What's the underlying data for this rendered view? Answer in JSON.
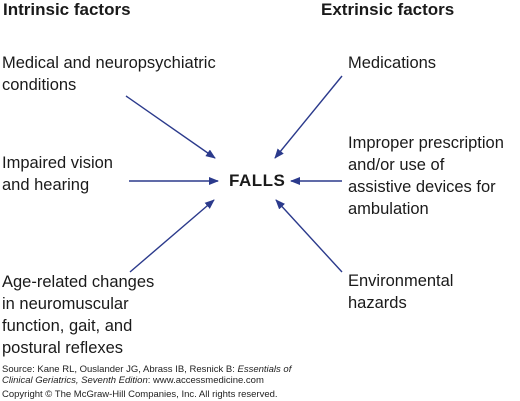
{
  "headers": {
    "intrinsic": "Intrinsic factors",
    "extrinsic": "Extrinsic factors"
  },
  "center": "FALLS",
  "intrinsic_factors": [
    "Medical and neuropsychiatric\nconditions",
    "Impaired vision\nand hearing",
    "Age-related changes\nin neuromuscular\nfunction, gait, and\npostural reflexes"
  ],
  "extrinsic_factors": [
    "Medications",
    "Improper prescription\nand/or use of\nassistive devices for\nambulation",
    "Environmental\nhazards"
  ],
  "source": {
    "line1_prefix": "Source: Kane RL, Ouslander JG, Abrass IB, Resnick B: ",
    "line1_italic": "Essentials of",
    "line2_italic": "Clinical Geriatrics, Seventh Edition",
    "line2_suffix": ": www.accessmedicine.com",
    "copyright": "Copyright © The McGraw-Hill Companies, Inc. All rights reserved."
  },
  "colors": {
    "arrow": "#2b3a8c",
    "text": "#1a1a1a"
  }
}
